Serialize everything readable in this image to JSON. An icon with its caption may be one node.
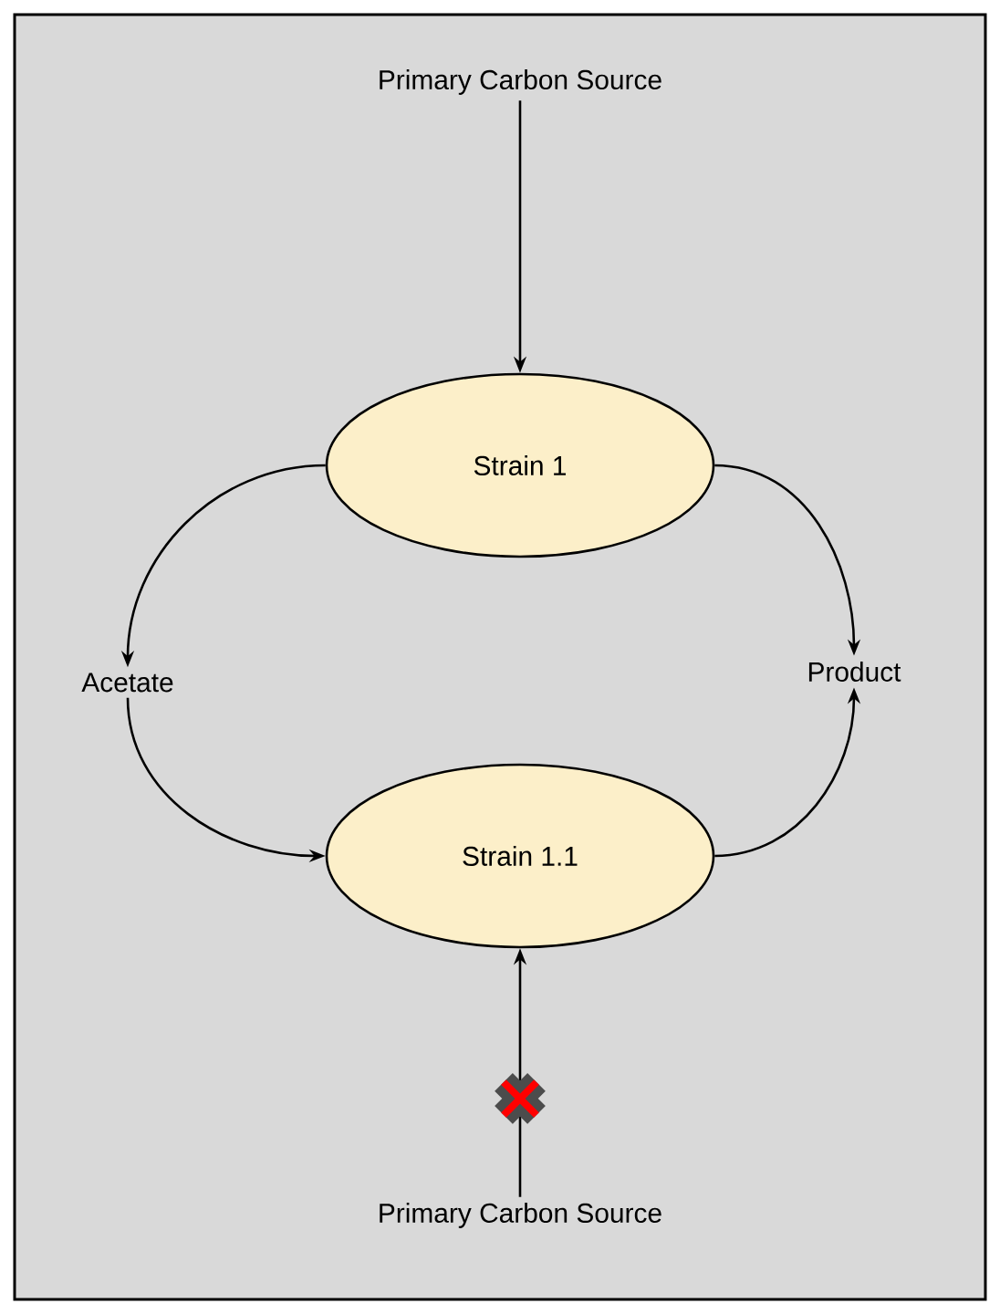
{
  "diagram": {
    "nodes": [
      {
        "text": [
          "Primary Carbon Source"
        ]
      },
      {
        "text": [
          "Strain 1"
        ]
      },
      {
        "text": [
          "Acetate"
        ]
      },
      {
        "text": [
          "Product"
        ]
      },
      {
        "text": [
          "Strain 1.1"
        ]
      },
      {
        "text": [
          "Primary Carbon Source"
        ]
      }
    ],
    "edges": [
      {
        "from": 0,
        "to": 1,
        "arrow": "to"
      },
      {
        "from": 1,
        "to": 2,
        "arrow": "to"
      },
      {
        "from": 1,
        "to": 3,
        "arrow": "to"
      },
      {
        "from": 2,
        "to": 4,
        "arrow": "to"
      },
      {
        "from": 4,
        "to": 3,
        "arrow": "to"
      },
      {
        "from": 5,
        "to": 4,
        "arrow": "to"
      }
    ]
  }
}
